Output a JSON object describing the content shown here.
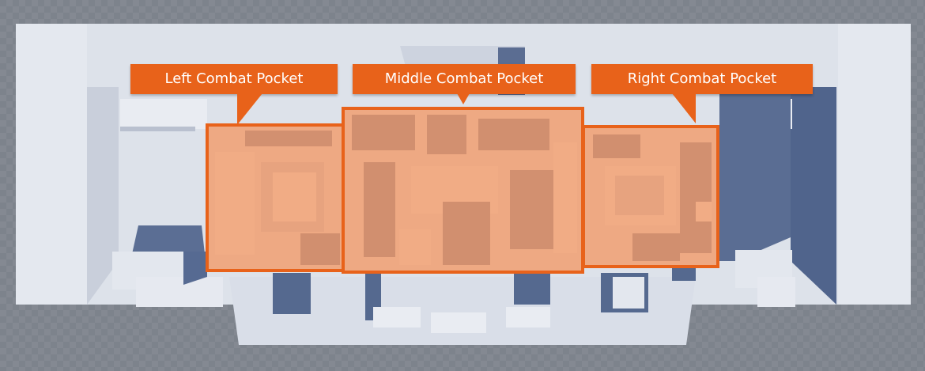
{
  "scene": {
    "view": "top-down level layout",
    "colors": {
      "background": "#7d838c",
      "floor": "#dfe3ec",
      "wall_light": "#cfd5e2",
      "shadow": "#55698f",
      "highlight_fill": "#f0925e",
      "highlight_border": "#e8621a",
      "label_bg": "#e8621a",
      "label_text": "#ffffff"
    }
  },
  "pockets": [
    {
      "label": "Left Combat Pocket"
    },
    {
      "label": "Middle Combat Pocket"
    },
    {
      "label": "Right Combat Pocket"
    }
  ]
}
